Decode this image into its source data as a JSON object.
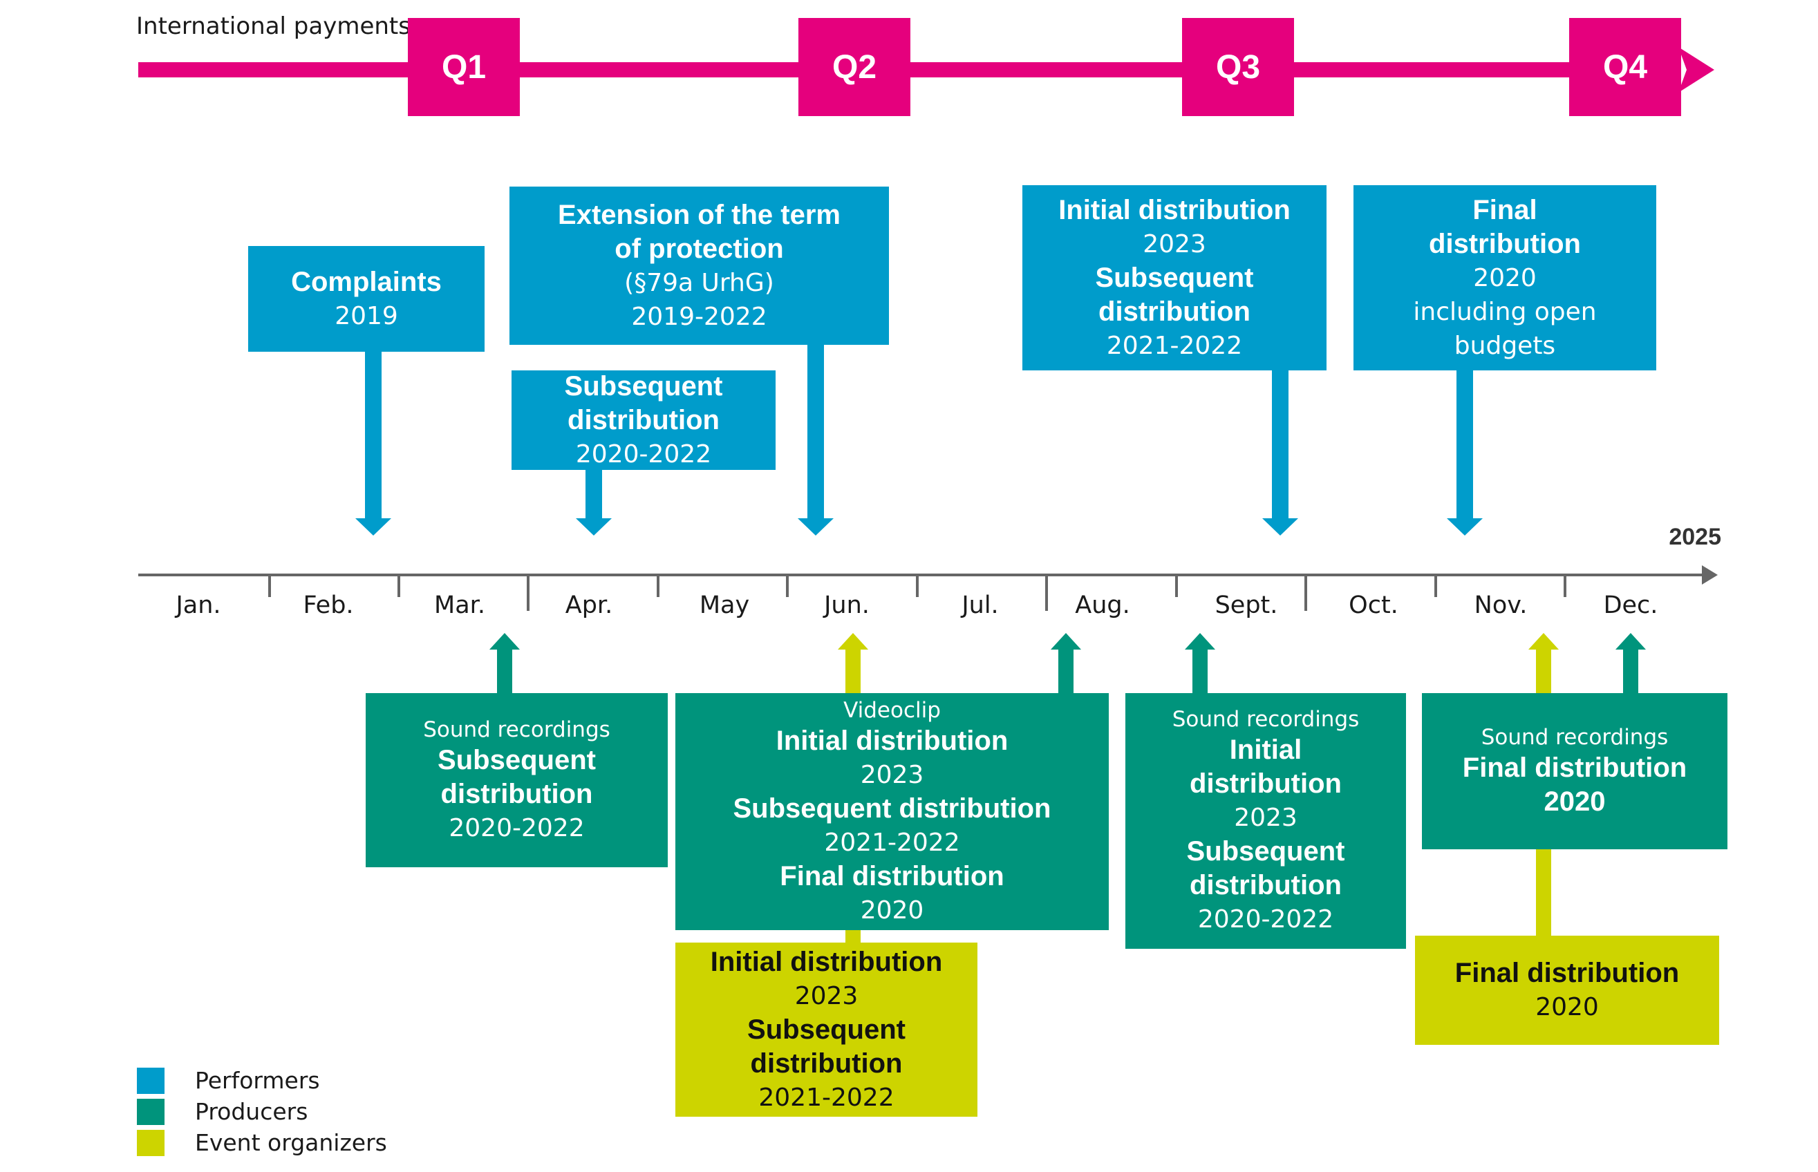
{
  "colors": {
    "performers": "#009ccb",
    "producers": "#00947c",
    "event_organizers": "#cdd400",
    "international": "#e5007d",
    "axis": "#666666"
  },
  "international": {
    "title": "International payments",
    "quarters": [
      "Q1",
      "Q2",
      "Q3",
      "Q4"
    ]
  },
  "year": "2025",
  "months": [
    "Jan.",
    "Feb.",
    "Mar.",
    "Apr.",
    "May",
    "Jun.",
    "Jul.",
    "Aug.",
    "Sept.",
    "Oct.",
    "Nov.",
    "Dec."
  ],
  "performers": {
    "complaints": {
      "title": "Complaints",
      "year": "2019"
    },
    "extension": {
      "title": "Extension of the term of protection",
      "law": "(§79a UrhG)",
      "years": "2019-2022"
    },
    "subsequent_apr": {
      "title": "Subsequent distribution",
      "years": "2020-2022"
    },
    "sept": {
      "title1": "Initial distribution",
      "year1": "2023",
      "title2": "Subsequent distribution",
      "years2": "2021-2022"
    },
    "nov": {
      "title": "Final distribution",
      "year": "2020",
      "note": "including open budgets"
    }
  },
  "producers": {
    "mar": {
      "category": "Sound recordings",
      "title": "Subsequent distribution",
      "years": "2020-2022"
    },
    "jun": {
      "category": "Videoclip",
      "title1": "Initial distribution",
      "year1": "2023",
      "title2": "Subsequent distribution",
      "years2": "2021-2022",
      "title3": "Final distribution",
      "year3": "2020"
    },
    "sept": {
      "category": "Sound recordings",
      "title1": "Initial distribution",
      "year1": "2023",
      "title2": "Subsequent distribution",
      "years2": "2020-2022"
    },
    "dec": {
      "category": "Sound recordings",
      "title": "Final distribution",
      "year": "2020"
    }
  },
  "event_organizers": {
    "jun": {
      "title1": "Initial distribution",
      "year1": "2023",
      "title2": "Subsequent distribution",
      "years2": "2021-2022"
    },
    "nov": {
      "title": "Final distribution",
      "year": "2020"
    }
  },
  "legend": [
    "Performers",
    "Producers",
    "Event organizers"
  ]
}
